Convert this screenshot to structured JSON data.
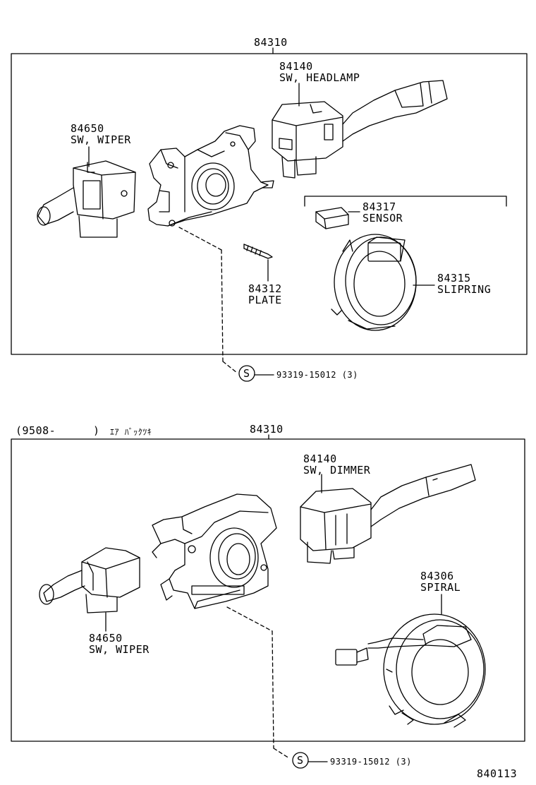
{
  "top_panel": {
    "assembly_no": "84310",
    "parts": {
      "headlamp": {
        "no": "84140",
        "name": "SW, HEADLAMP"
      },
      "wiper": {
        "no": "84650",
        "name": "SW, WIPER"
      },
      "sensor": {
        "no": "84317",
        "name": "SENSOR"
      },
      "slipring": {
        "no": "84315",
        "name": "SLIPRING"
      },
      "plate": {
        "no": "84312",
        "name": "PLATE"
      }
    },
    "screw_symbol": "S",
    "screw": "93319-15012 (3)"
  },
  "bottom_panel": {
    "note_range": "(9508-",
    "note_close": ")",
    "note_text": "ｴｱ ﾊﾞｯｸﾂｷ",
    "assembly_no": "84310",
    "parts": {
      "dimmer": {
        "no": "84140",
        "name": "SW, DIMMER"
      },
      "spiral": {
        "no": "84306",
        "name": "SPIRAL"
      },
      "wiper": {
        "no": "84650",
        "name": "SW, WIPER"
      }
    },
    "screw_symbol": "S",
    "screw": "93319-15012 (3)"
  },
  "figure_id": "840113"
}
